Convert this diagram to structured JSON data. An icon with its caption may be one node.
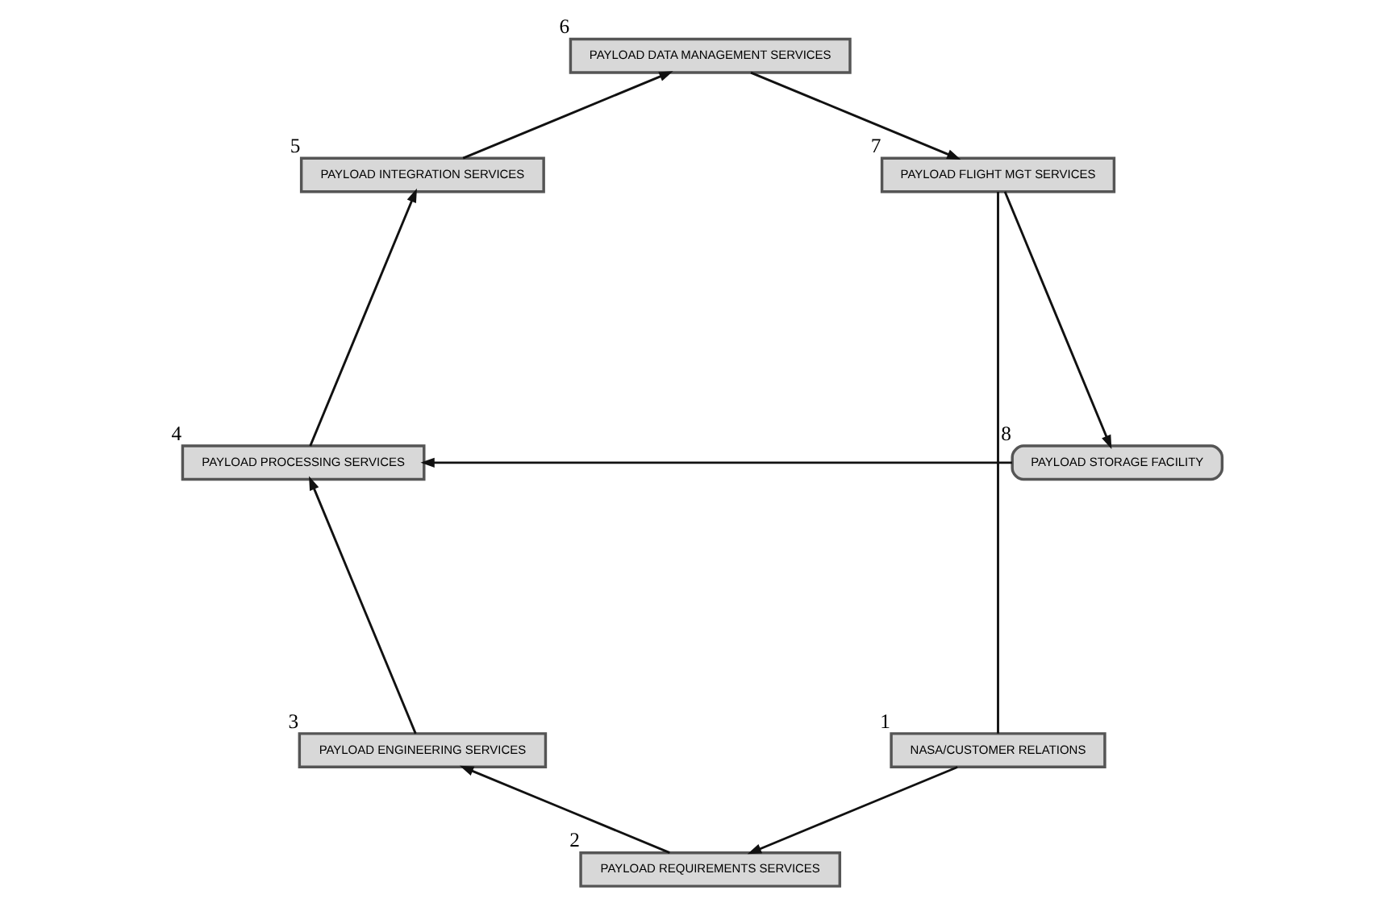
{
  "diagram": {
    "nodes": [
      {
        "text": [
          "NASA/CUSTOMER RELATIONS"
        ],
        "beside": [
          "1"
        ]
      },
      {
        "text": [
          "PAYLOAD REQUIREMENTS SERVICES"
        ],
        "beside": [
          "2"
        ]
      },
      {
        "text": [
          "PAYLOAD ENGINEERING SERVICES"
        ],
        "beside": [
          "3"
        ]
      },
      {
        "text": [
          "PAYLOAD PROCESSING SERVICES"
        ],
        "beside": [
          "4"
        ]
      },
      {
        "text": [
          "PAYLOAD INTEGRATION SERVICES"
        ],
        "beside": [
          "5"
        ]
      },
      {
        "text": [
          "PAYLOAD DATA MANAGEMENT SERVICES"
        ],
        "beside": [
          "6"
        ]
      },
      {
        "text": [
          "PAYLOAD FLIGHT MGT SERVICES"
        ],
        "beside": [
          "7"
        ]
      },
      {
        "text": [
          "PAYLOAD STORAGE FACILITY"
        ],
        "beside": [
          "8"
        ]
      }
    ],
    "edges": [
      {
        "from": 0,
        "to": 1,
        "arrow": "to"
      },
      {
        "from": 1,
        "to": 2,
        "arrow": "to"
      },
      {
        "from": 2,
        "to": 3,
        "arrow": "to"
      },
      {
        "from": 3,
        "to": 4,
        "arrow": "to"
      },
      {
        "from": 4,
        "to": 5,
        "arrow": "to"
      },
      {
        "from": 5,
        "to": 6,
        "arrow": "to"
      },
      {
        "from": 6,
        "to": 0,
        "arrow": "none"
      },
      {
        "from": 6,
        "to": 7,
        "arrow": "to"
      },
      {
        "from": 7,
        "to": 3,
        "arrow": "to"
      }
    ]
  }
}
